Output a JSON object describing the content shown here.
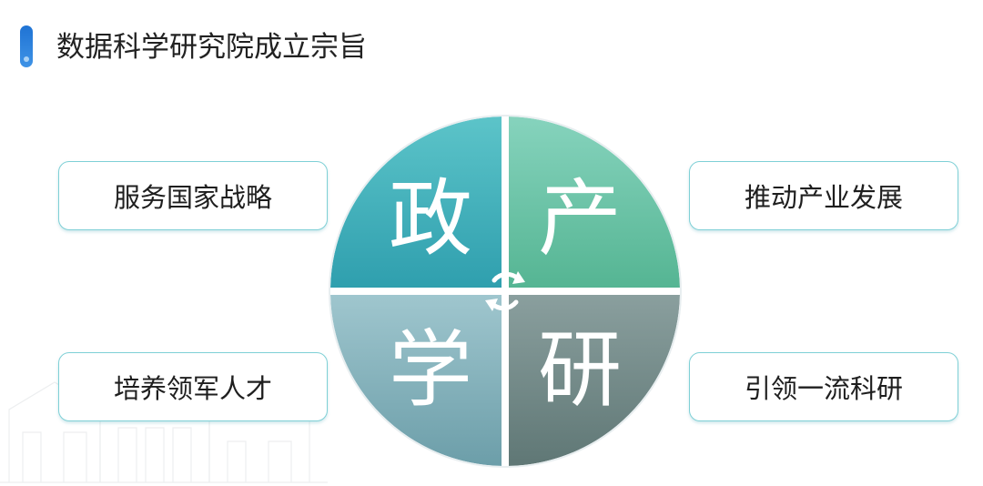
{
  "header": {
    "title": "数据科学研究院成立宗旨"
  },
  "goals": {
    "top_left": "服务国家战略",
    "top_right": "推动产业发展",
    "bottom_left": "培养领军人才",
    "bottom_right": "引领一流科研"
  },
  "wheel": {
    "top_left": {
      "char": "政",
      "color_light": "#5cc4c9",
      "color_dark": "#2f9fae"
    },
    "top_right": {
      "char": "产",
      "color_light": "#86d3bd",
      "color_dark": "#55b593"
    },
    "bottom_left": {
      "char": "学",
      "color_light": "#9fc6ce",
      "color_dark": "#6c9ea9"
    },
    "bottom_right": {
      "char": "研",
      "color_light": "#8a9f9e",
      "color_dark": "#5f7775"
    }
  },
  "colors": {
    "accent": "#1f73d4",
    "box_border": "#7fd0d6"
  }
}
